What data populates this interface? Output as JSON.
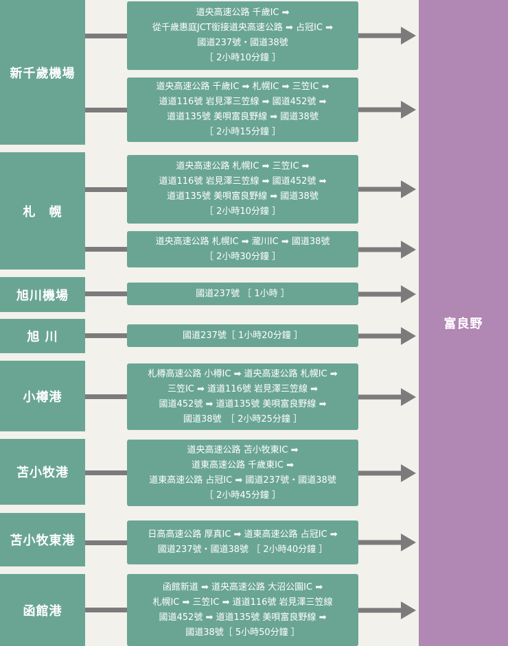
{
  "destination": "富良野",
  "origins": [
    {
      "name": "新千歲機場",
      "routes": [
        {
          "lines": [
            "道央高速公路 千歲IC ➡",
            "從千歲惠庭JCT銜接道央高速公路 ➡ 占冠IC ➡",
            "國道237號・國道38號",
            "［ 2小時10分鐘 ］"
          ]
        },
        {
          "lines": [
            "道央高速公路 千歲IC ➡ 札幌IC ➡ 三笠IC ➡",
            "道道116號 岩見澤三笠線 ➡ 國道452號 ➡",
            "道道135號 美唄富良野線 ➡ 國道38號",
            "［ 2小時15分鐘 ］"
          ]
        }
      ]
    },
    {
      "name": "札　幌",
      "routes": [
        {
          "lines": [
            "道央高速公路 札幌IC ➡ 三笠IC ➡",
            "道道116號 岩見澤三笠線 ➡ 國道452號 ➡",
            "道道135號 美唄富良野線 ➡ 國道38號",
            "［ 2小時10分鐘 ］"
          ]
        },
        {
          "lines": [
            "道央高速公路 札幌IC ➡ 瀧川IC ➡ 國道38號",
            "［ 2小時30分鐘 ］"
          ]
        }
      ]
    },
    {
      "name": "旭川機場",
      "routes": [
        {
          "lines": [
            "國道237號 ［ 1小時 ］"
          ]
        }
      ]
    },
    {
      "name": "旭 川",
      "routes": [
        {
          "lines": [
            "國道237號［ 1小時20分鐘 ］"
          ]
        }
      ]
    },
    {
      "name": "小樽港",
      "routes": [
        {
          "lines": [
            "札樽高速公路 小樽IC ➡ 道央高速公路 札幌IC ➡",
            "三笠IC ➡ 道道116號 岩見澤三笠線 ➡",
            "國道452號 ➡ 道道135號 美唄富良野線 ➡",
            "國道38號　［ 2小時25分鐘 ］"
          ]
        }
      ]
    },
    {
      "name": "苫小牧港",
      "routes": [
        {
          "lines": [
            "道央高速公路 苫小牧東IC ➡",
            "道東高速公路 千歲東IC ➡",
            "道東高速公路 占冠IC ➡ 國道237號・國道38號",
            "［ 2小時45分鐘 ］"
          ]
        }
      ]
    },
    {
      "name": "苫小牧東港",
      "routes": [
        {
          "lines": [
            "日高高速公路 厚真IC ➡ 道東高速公路 占冠IC ➡",
            "國道237號・國道38號 ［ 2小時40分鐘 ］"
          ]
        }
      ]
    },
    {
      "name": "函館港",
      "routes": [
        {
          "lines": [
            "函館新道 ➡ 道央高速公路 大沼公園IC ➡",
            "札幌IC ➡ 三笠IC ➡ 道道116號 岩見澤三笠線",
            "國道452號 ➡ 道道135號 美唄富良野線 ➡",
            "國道38號［ 5小時50分鐘 ］"
          ]
        }
      ]
    }
  ]
}
